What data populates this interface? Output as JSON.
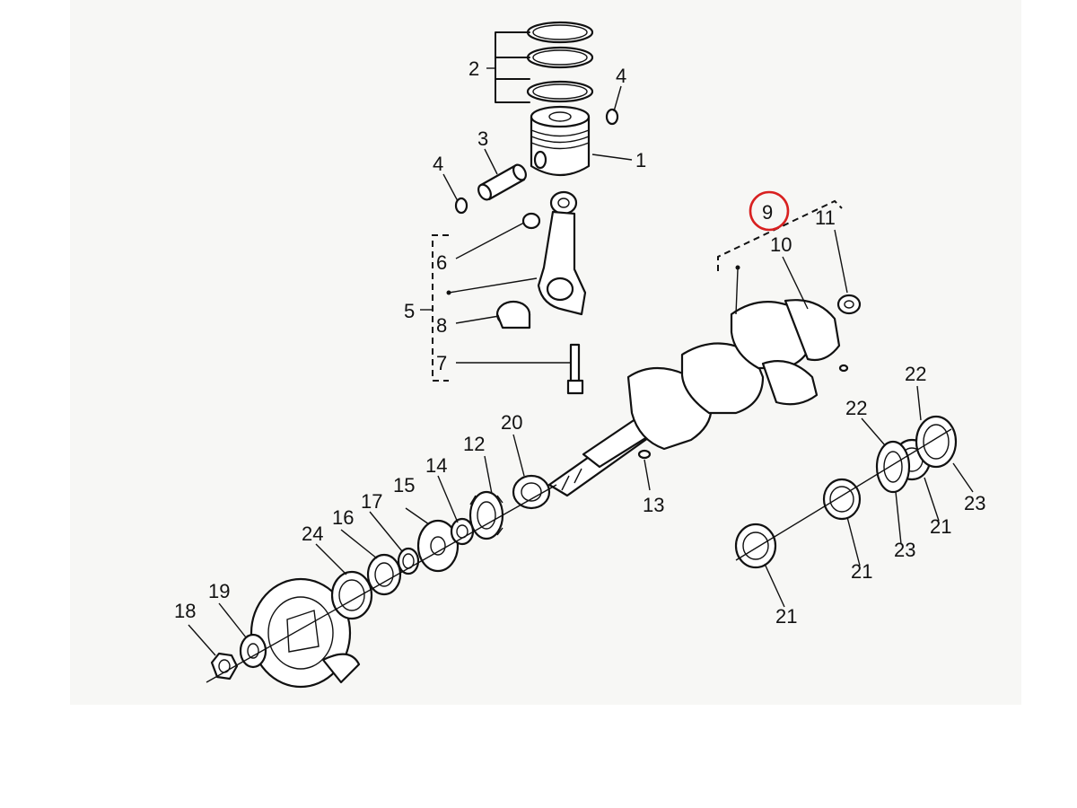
{
  "callouts": {
    "c1": "1",
    "c2": "2",
    "c3": "3",
    "c4a": "4",
    "c4b": "4",
    "c5": "5",
    "c6": "6",
    "c7": "7",
    "c8": "8",
    "c9": "9",
    "c10": "10",
    "c11": "11",
    "c12": "12",
    "c13": "13",
    "c14": "14",
    "c15": "15",
    "c16": "16",
    "c17": "17",
    "c18": "18",
    "c19": "19",
    "c20": "20",
    "c21a": "21",
    "c21b": "21",
    "c21c": "21",
    "c22a": "22",
    "c22b": "22",
    "c23a": "23",
    "c23b": "23",
    "c24": "24"
  },
  "highlight": {
    "target": "9",
    "color": "#d82020"
  }
}
